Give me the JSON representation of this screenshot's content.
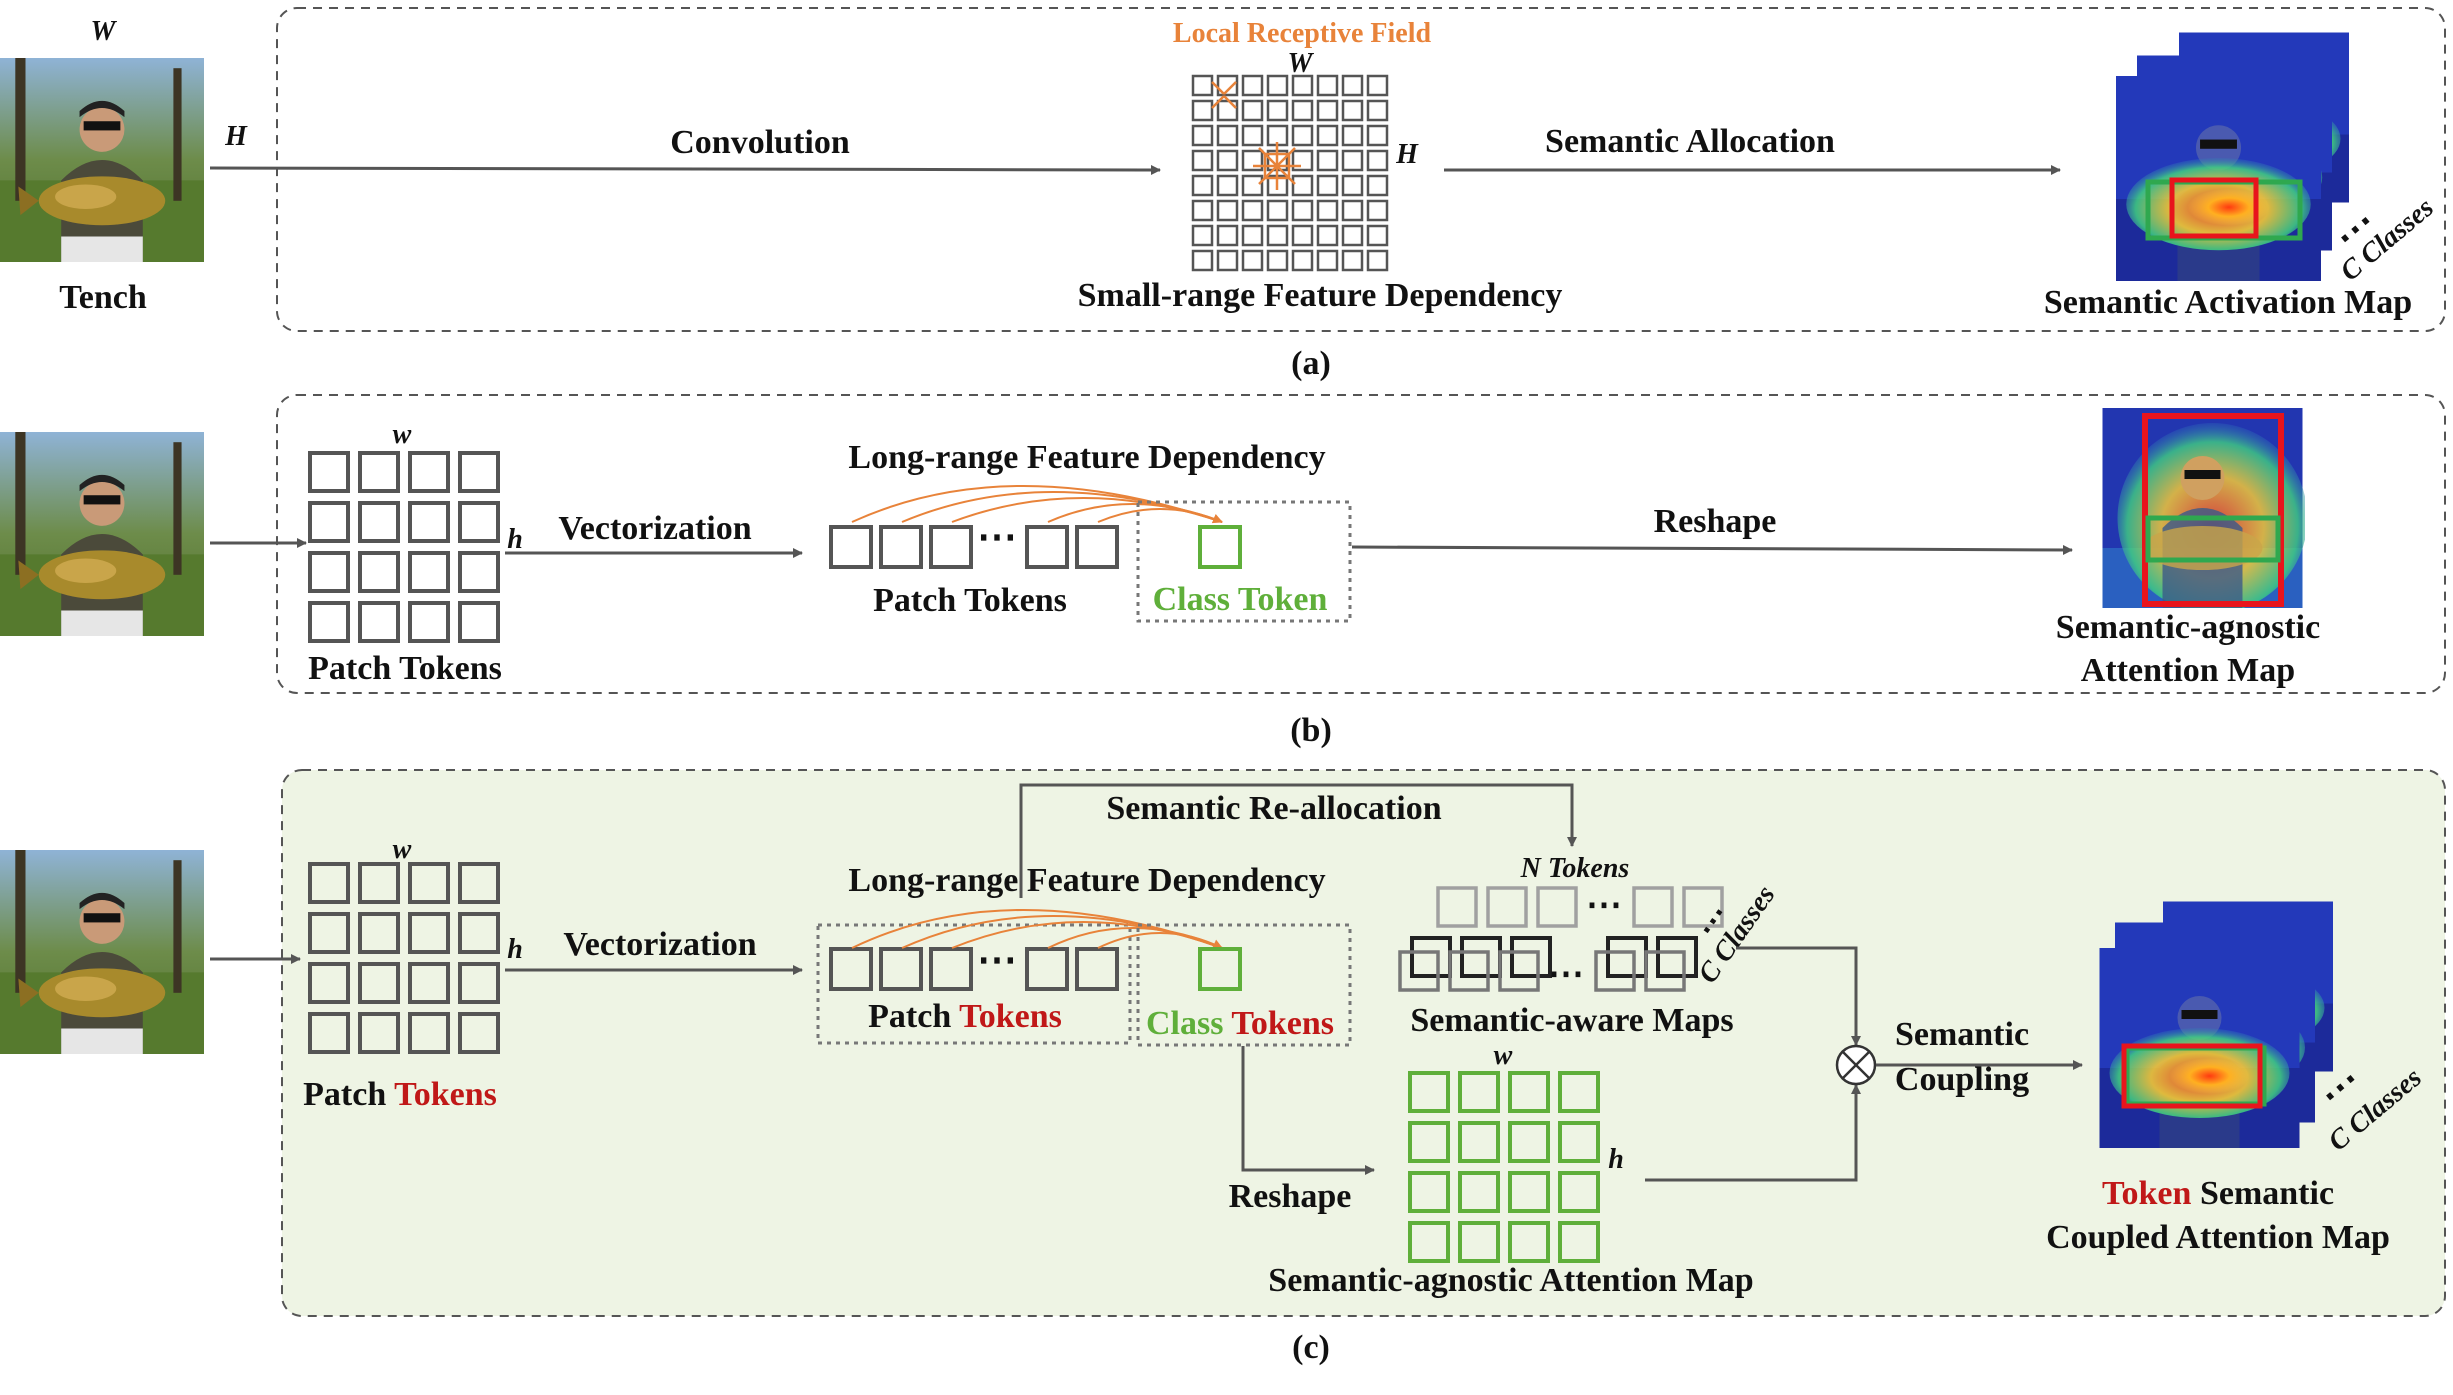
{
  "colors": {
    "accent_orange": "#E8833A",
    "token_green": "#5FAF3A",
    "token_red": "#C01818",
    "panel_c_bg": "#EEF4E4",
    "box_gray": "#555555",
    "box_light": "#9A9A9A",
    "bbox_red": "#E8141C",
    "bbox_green": "#2FA84F"
  },
  "panel_a": {
    "caption": "(a)",
    "image_label": "Tench",
    "dim_w": "W",
    "dim_h": "H",
    "grid_w": "W",
    "grid_h": "H",
    "receptive_field": "Local Receptive Field",
    "convolution": "Convolution",
    "small_range": "Small-range Feature Dependency",
    "semantic_allocation": "Semantic Allocation",
    "activation_map": "Semantic Activation Map",
    "classes": "C Classes"
  },
  "panel_b": {
    "caption": "(b)",
    "grid_w": "w",
    "grid_h": "h",
    "patch_tokens": "Patch Tokens",
    "vectorization": "Vectorization",
    "long_range": "Long-range Feature Dependency",
    "patch_tokens_row": "Patch Tokens",
    "class_token": "Class Token",
    "reshape": "Reshape",
    "agnostic_line1": "Semantic-agnostic",
    "agnostic_line2": "Attention Map"
  },
  "panel_c": {
    "caption": "(c)",
    "grid_w": "w",
    "grid_h": "h",
    "patch": "Patch",
    "tokens": "Tokens",
    "vectorization": "Vectorization",
    "re_allocation": "Semantic Re-allocation",
    "long_range": "Long-range Feature Dependency",
    "class_word": "Class",
    "n_tokens": "N Tokens",
    "classes": "C Classes",
    "aware_maps": "Semantic-aware Maps",
    "reshape": "Reshape",
    "agnostic_grid_w": "w",
    "agnostic_grid_h": "h",
    "agnostic_map": "Semantic-agnostic Attention Map",
    "coupling_line1": "Semantic",
    "coupling_line2": "Coupling",
    "out_token": "Token",
    "out_semantic": "Semantic",
    "out_line2": "Coupled Attention Map",
    "out_classes": "C Classes"
  },
  "icons": {
    "photo": "photo-icon",
    "multiply": "circled-times-icon",
    "ellipsis": "ellipsis-icon"
  }
}
